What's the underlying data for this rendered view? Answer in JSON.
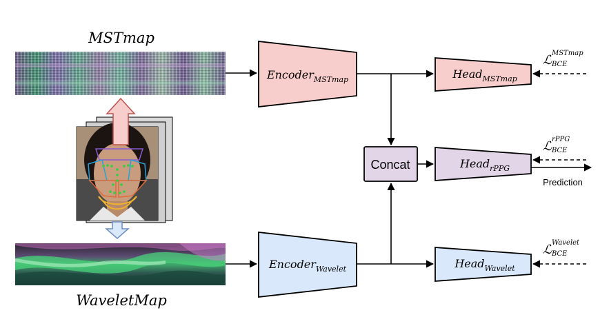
{
  "maps": {
    "mst": {
      "label_main": "MSTmap"
    },
    "wavelet": {
      "label_main": "WaveletMap"
    }
  },
  "encoders": {
    "mst": {
      "main": "Encoder",
      "sub": "MSTmap"
    },
    "wavelet": {
      "main": "Encoder",
      "sub": "Wavelet"
    }
  },
  "concat": {
    "label": "Concat"
  },
  "heads": {
    "mst": {
      "main": "Head",
      "sub": "MSTmap"
    },
    "rppg": {
      "main": "Head",
      "sub": "rPPG"
    },
    "wavelet": {
      "main": "Head",
      "sub": "Wavelet"
    }
  },
  "losses": {
    "mst": {
      "symbol": "ℒ",
      "sup": "MSTmap",
      "sub": "BCE"
    },
    "rppg": {
      "symbol": "ℒ",
      "sup": "rPPG",
      "sub": "BCE"
    },
    "wavelet": {
      "symbol": "ℒ",
      "sup": "Wavelet",
      "sub": "BCE"
    }
  },
  "output": {
    "label": "Prediction"
  },
  "colors": {
    "mst_fill": "#f8cecc",
    "wavelet_fill": "#dae8fc",
    "rppg_fill": "#e1d5e7",
    "arrow_red": "#f8cecc",
    "arrow_blue": "#dae8fc",
    "stroke": "#000000"
  }
}
